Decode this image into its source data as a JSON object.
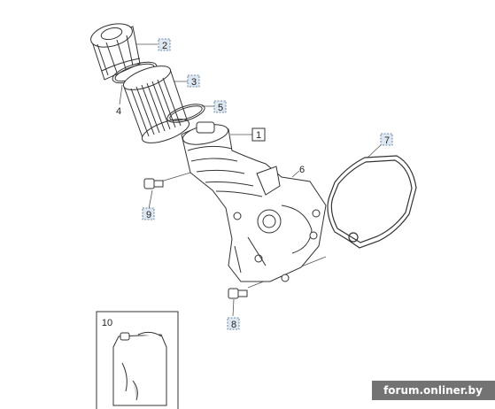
{
  "callouts": {
    "c1": "1",
    "c2": "2",
    "c3": "3",
    "c4": "4",
    "c5": "5",
    "c6": "6",
    "c7": "7",
    "c8": "8",
    "c9": "9",
    "c10": "10"
  },
  "watermark": "forum.onliner.by",
  "colors": {
    "line": "#333333",
    "callout_box_fill": "#dde8f3",
    "callout_box_stroke": "#4a6a8a"
  }
}
